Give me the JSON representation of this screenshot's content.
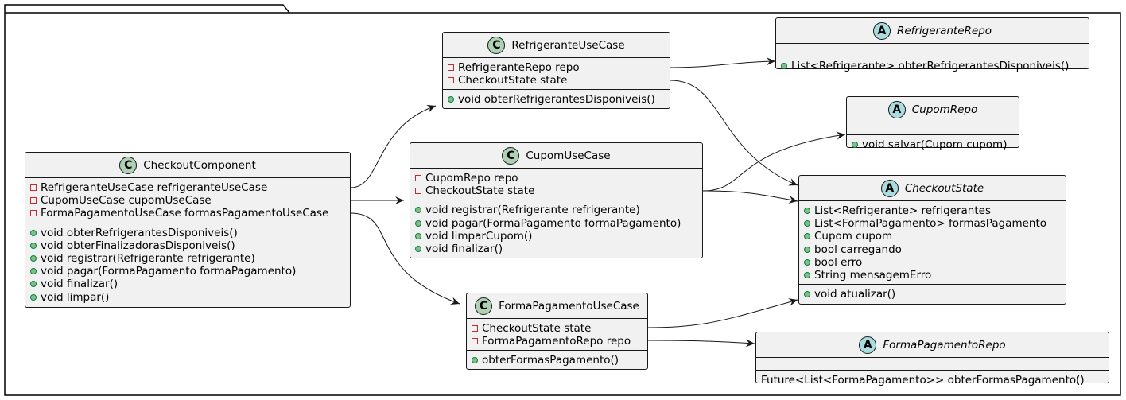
{
  "classes": {
    "checkout_component": {
      "badge": "C",
      "name": "CheckoutComponent",
      "fields": [
        {
          "vis": "private",
          "text": "RefrigeranteUseCase refrigeranteUseCase"
        },
        {
          "vis": "private",
          "text": "CupomUseCase cupomUseCase"
        },
        {
          "vis": "private",
          "text": "FormaPagamentoUseCase formasPagamentoUseCase"
        }
      ],
      "methods": [
        {
          "vis": "public",
          "text": "void obterRefrigerantesDisponiveis()"
        },
        {
          "vis": "public",
          "text": "void obterFinalizadorasDisponiveis()"
        },
        {
          "vis": "public",
          "text": "void registrar(Refrigerante refrigerante)"
        },
        {
          "vis": "public",
          "text": "void pagar(FormaPagamento formaPagamento)"
        },
        {
          "vis": "public",
          "text": "void finalizar()"
        },
        {
          "vis": "public",
          "text": "void limpar()"
        }
      ]
    },
    "refrigerante_use_case": {
      "badge": "C",
      "name": "RefrigeranteUseCase",
      "fields": [
        {
          "vis": "private",
          "text": "RefrigeranteRepo repo"
        },
        {
          "vis": "private",
          "text": "CheckoutState state"
        }
      ],
      "methods": [
        {
          "vis": "public",
          "text": "void obterRefrigerantesDisponiveis()"
        }
      ]
    },
    "cupom_use_case": {
      "badge": "C",
      "name": "CupomUseCase",
      "fields": [
        {
          "vis": "private",
          "text": "CupomRepo repo"
        },
        {
          "vis": "private",
          "text": "CheckoutState state"
        }
      ],
      "methods": [
        {
          "vis": "public",
          "text": "void registrar(Refrigerante refrigerante)"
        },
        {
          "vis": "public",
          "text": "void pagar(FormaPagamento formaPagamento)"
        },
        {
          "vis": "public",
          "text": "void limparCupom()"
        },
        {
          "vis": "public",
          "text": "void finalizar()"
        }
      ]
    },
    "forma_pagamento_use_case": {
      "badge": "C",
      "name": "FormaPagamentoUseCase",
      "fields": [
        {
          "vis": "private",
          "text": "CheckoutState state"
        },
        {
          "vis": "private",
          "text": "FormaPagamentoRepo repo"
        }
      ],
      "methods": [
        {
          "vis": "public",
          "text": "obterFormasPagamento()"
        }
      ]
    },
    "refrigerante_repo": {
      "badge": "A",
      "name": "RefrigeranteRepo",
      "fields": [],
      "methods": [
        {
          "vis": "public",
          "text": "List<Refrigerante> obterRefrigerantesDisponiveis()"
        }
      ]
    },
    "cupom_repo": {
      "badge": "A",
      "name": "CupomRepo",
      "fields": [],
      "methods": [
        {
          "vis": "public",
          "text": "void salvar(Cupom cupom)"
        }
      ]
    },
    "checkout_state": {
      "badge": "A",
      "name": "CheckoutState",
      "fields": [
        {
          "vis": "public",
          "text": "List<Refrigerante> refrigerantes"
        },
        {
          "vis": "public",
          "text": "List<FormaPagamento> formasPagamento"
        },
        {
          "vis": "public",
          "text": "Cupom cupom"
        },
        {
          "vis": "public",
          "text": "bool carregando"
        },
        {
          "vis": "public",
          "text": "bool erro"
        },
        {
          "vis": "public",
          "text": "String mensagemErro"
        }
      ],
      "methods": [
        {
          "vis": "public",
          "text": "void atualizar()"
        }
      ]
    },
    "forma_pagamento_repo": {
      "badge": "A",
      "name": "FormaPagamentoRepo",
      "fields": [],
      "methods": [
        {
          "vis": "none",
          "text": "Future<List<FormaPagamento>> obterFormasPagamento()"
        }
      ]
    }
  },
  "relations": [
    {
      "from": "CheckoutComponent",
      "to": "RefrigeranteUseCase"
    },
    {
      "from": "CheckoutComponent",
      "to": "CupomUseCase"
    },
    {
      "from": "CheckoutComponent",
      "to": "FormaPagamentoUseCase"
    },
    {
      "from": "RefrigeranteUseCase",
      "to": "RefrigeranteRepo"
    },
    {
      "from": "RefrigeranteUseCase",
      "to": "CheckoutState"
    },
    {
      "from": "CupomUseCase",
      "to": "CupomRepo"
    },
    {
      "from": "CupomUseCase",
      "to": "CheckoutState"
    },
    {
      "from": "FormaPagamentoUseCase",
      "to": "CheckoutState"
    },
    {
      "from": "FormaPagamentoUseCase",
      "to": "FormaPagamentoRepo"
    }
  ],
  "colors": {
    "class_badge": "#add1b2",
    "abstract_badge": "#a9dcdf",
    "box_fill": "#f1f1f1",
    "border": "#181818",
    "private_marker": "#c82930",
    "public_marker": "#84be84"
  }
}
